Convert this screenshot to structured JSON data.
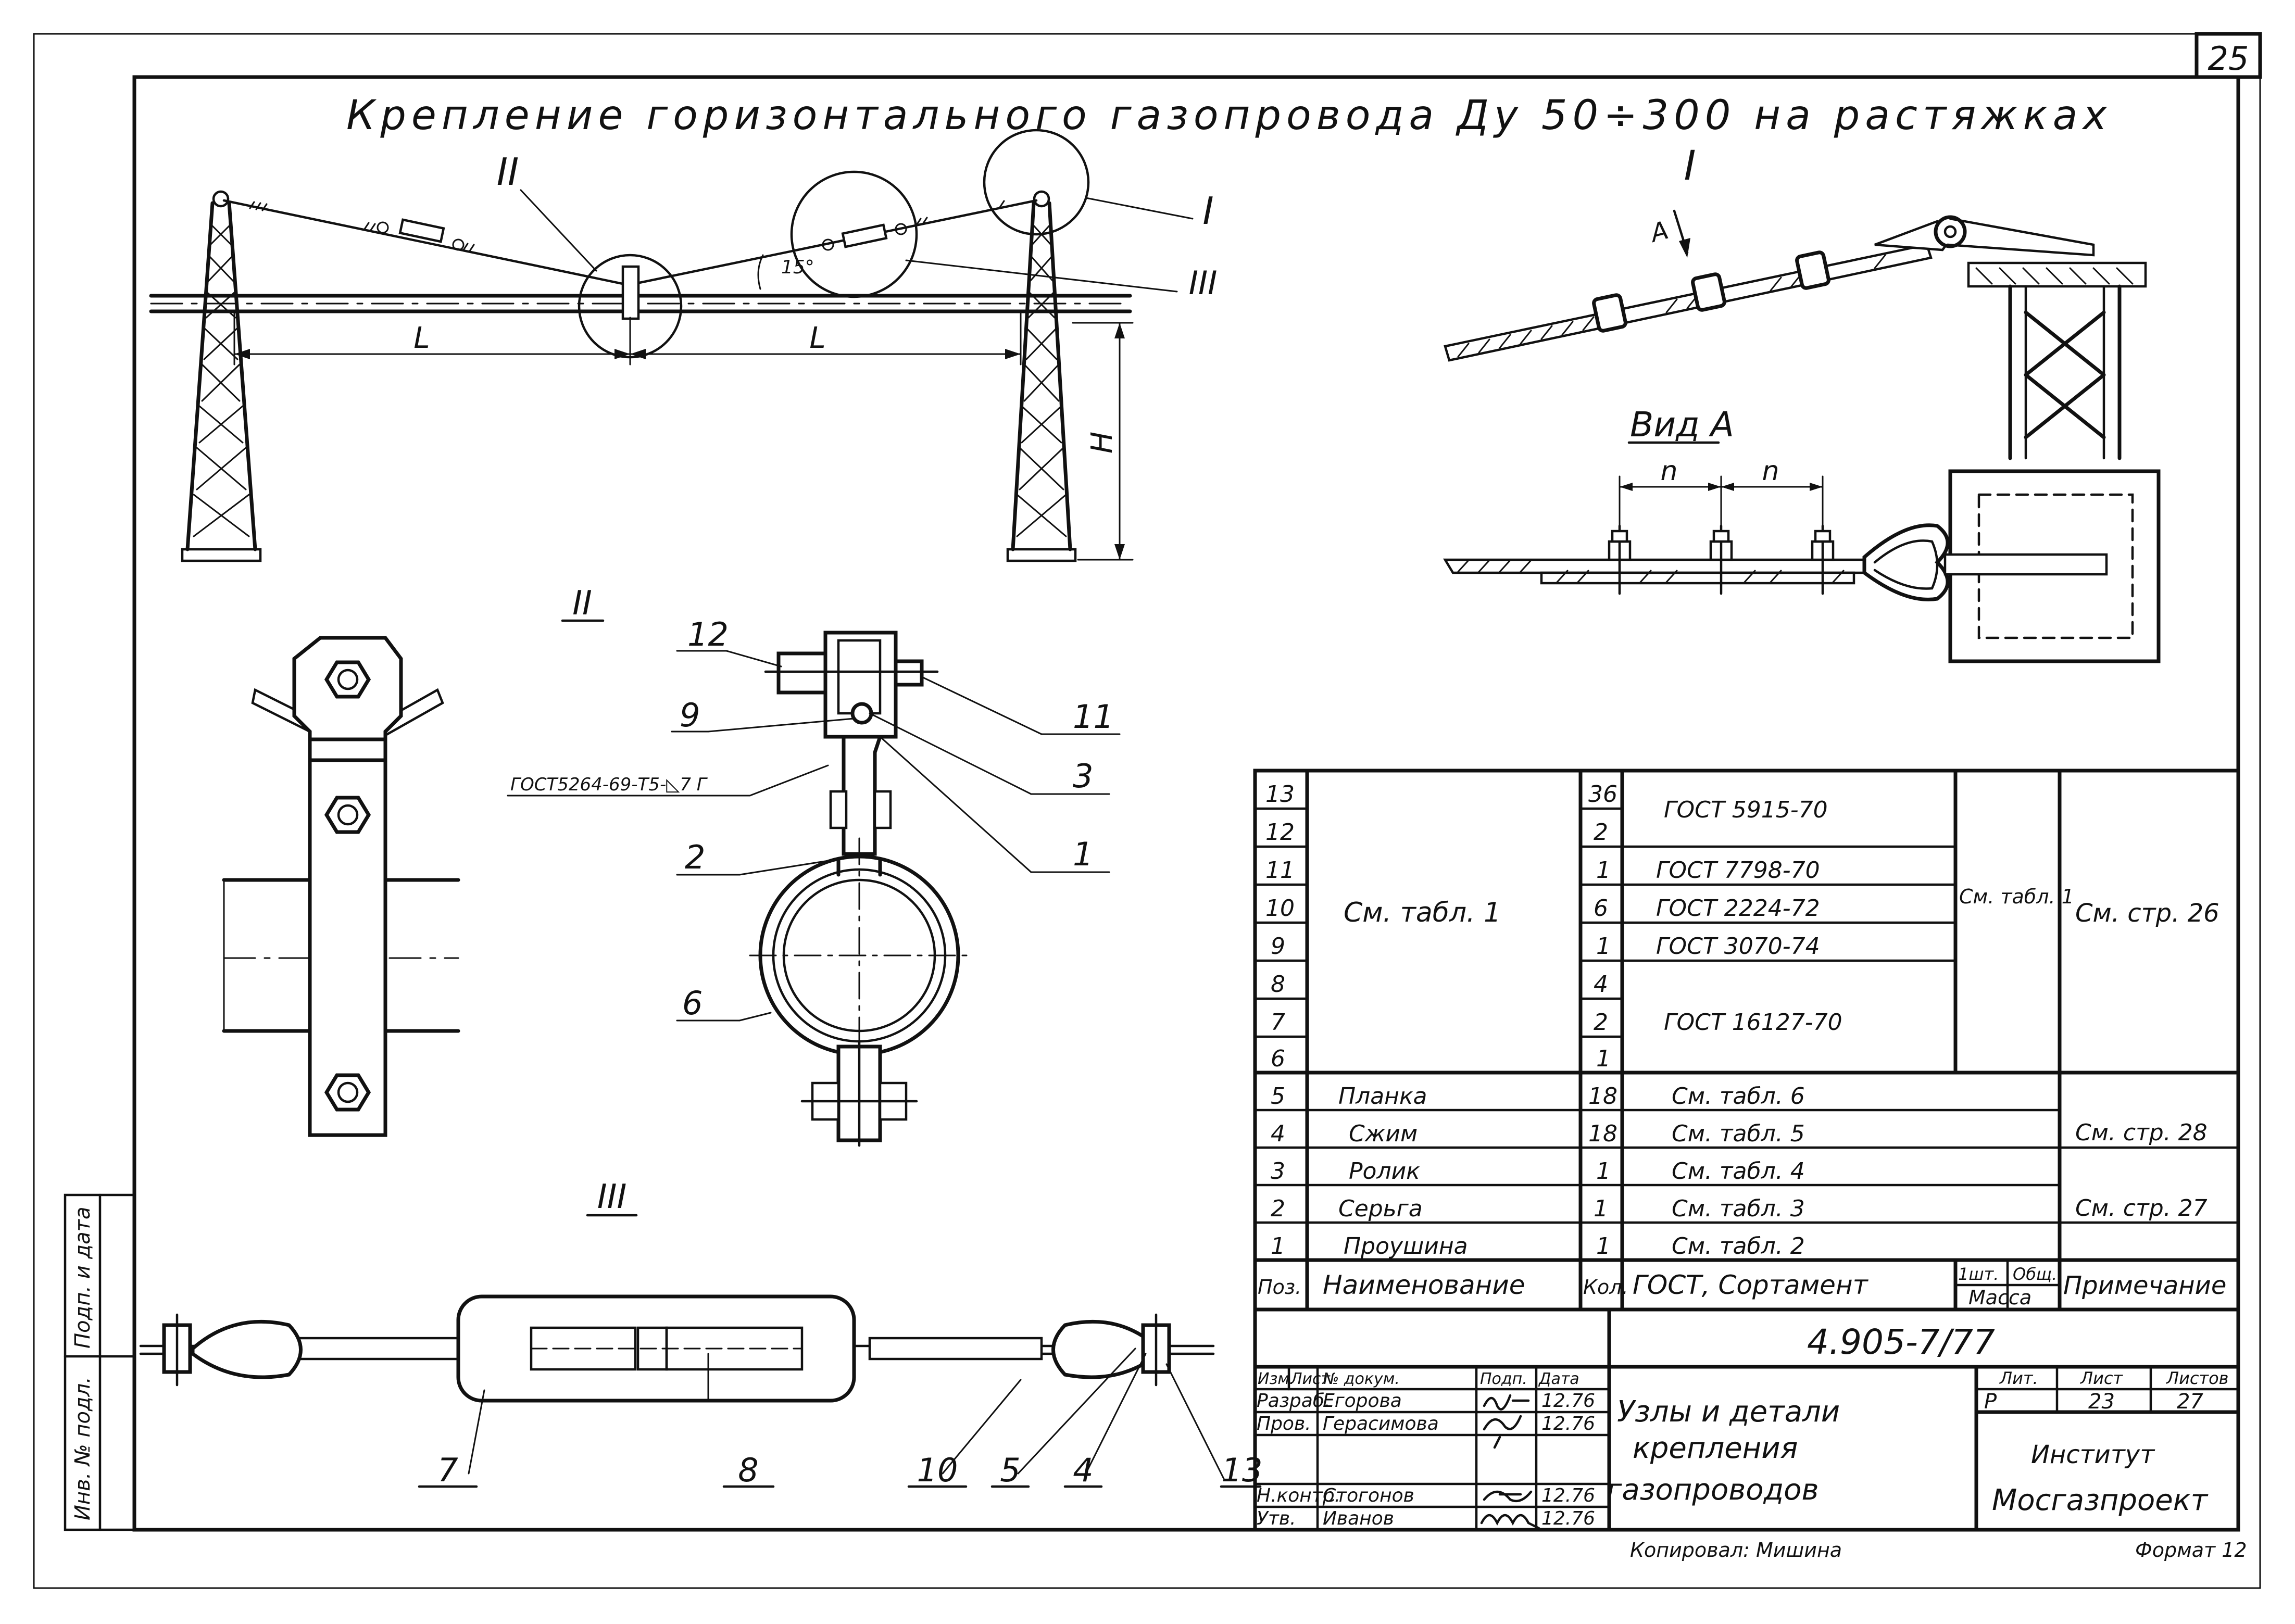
{
  "sheet_number": "25",
  "title": "Крепление горизонтального газопровода Ду 50÷300 на растяжках",
  "views": {
    "overall": {
      "dim_L1": "L",
      "dim_L2": "L",
      "dim_H": "H",
      "angle": "15°",
      "callout_I": "I",
      "callout_II": "II",
      "callout_III": "III"
    },
    "detail_I": {
      "label": "I",
      "arrow_label": "A"
    },
    "view_A": {
      "label": "Вид А",
      "dim_n1": "n",
      "dim_n2": "n"
    },
    "detail_II": {
      "label": "II",
      "weld_note": "ГОСТ5264-69-Т5-◺7 Г",
      "callouts": [
        "12",
        "9",
        "11",
        "3",
        "2",
        "1",
        "6"
      ]
    },
    "detail_III": {
      "label": "III",
      "callouts": [
        "7",
        "8",
        "10",
        "5",
        "4",
        "13"
      ]
    }
  },
  "spec_table": {
    "headers": {
      "pos": "Поз.",
      "name": "Наименование",
      "qty": "Кол.",
      "gost": "ГОСТ, Сортамент",
      "mass_unit": "1шт.",
      "mass_total": "Общ.",
      "mass": "Масса",
      "note": "Примечание"
    },
    "group_name": "См. табл. 1",
    "group_mass": "См. табл. 1",
    "group_note": "См. стр. 26",
    "note_28": "См. стр. 28",
    "note_27": "См. стр. 27",
    "rows": [
      {
        "pos": "13",
        "qty": "36",
        "gost": "ГОСТ 5915-70"
      },
      {
        "pos": "12",
        "qty": "2",
        "gost": ""
      },
      {
        "pos": "11",
        "qty": "1",
        "gost": "ГОСТ 7798-70"
      },
      {
        "pos": "10",
        "qty": "6",
        "gost": "ГОСТ 2224-72"
      },
      {
        "pos": "9",
        "qty": "1",
        "gost": "ГОСТ 3070-74"
      },
      {
        "pos": "8",
        "qty": "4",
        "gost": ""
      },
      {
        "pos": "7",
        "qty": "2",
        "gost": "ГОСТ 16127-70"
      },
      {
        "pos": "6",
        "qty": "1",
        "gost": ""
      },
      {
        "pos": "5",
        "name": "Планка",
        "qty": "18",
        "gost": "См. табл. 6"
      },
      {
        "pos": "4",
        "name": "Сжим",
        "qty": "18",
        "gost": "См. табл. 5"
      },
      {
        "pos": "3",
        "name": "Ролик",
        "qty": "1",
        "gost": "См. табл. 4"
      },
      {
        "pos": "2",
        "name": "Серьга",
        "qty": "1",
        "gost": "См. табл. 3"
      },
      {
        "pos": "1",
        "name": "Проушина",
        "qty": "1",
        "gost": "См. табл. 2"
      }
    ]
  },
  "title_block": {
    "doc_number": "4.905-7/77",
    "doc_title_1": "Узлы и детали",
    "doc_title_2": "крепления",
    "doc_title_3": "газопроводов",
    "head": {
      "izm": "Изм.",
      "list": "Лист",
      "ndoc": "№ докум.",
      "sign": "Подп.",
      "date": "Дата"
    },
    "people": [
      {
        "role": "Разраб.",
        "name": "Егорова",
        "date": "12.76"
      },
      {
        "role": "Пров.",
        "name": "Герасимова",
        "date": "12.76"
      },
      {
        "role": "Н.контр.",
        "name": "Стогонов",
        "date": "12.76"
      },
      {
        "role": "Утв.",
        "name": "Иванов",
        "date": "12.76"
      }
    ],
    "lit_label": "Лит.",
    "sheet_label": "Лист",
    "sheets_label": "Листов",
    "lit": "Р",
    "sheet": "23",
    "sheets": "27",
    "org_1": "Институт",
    "org_2": "Мосгазпроект",
    "copied": "Копировал: Мишина",
    "format": "Формат 12"
  },
  "side_stamp": [
    "Инв. № подл.",
    "Подп. и дата"
  ]
}
